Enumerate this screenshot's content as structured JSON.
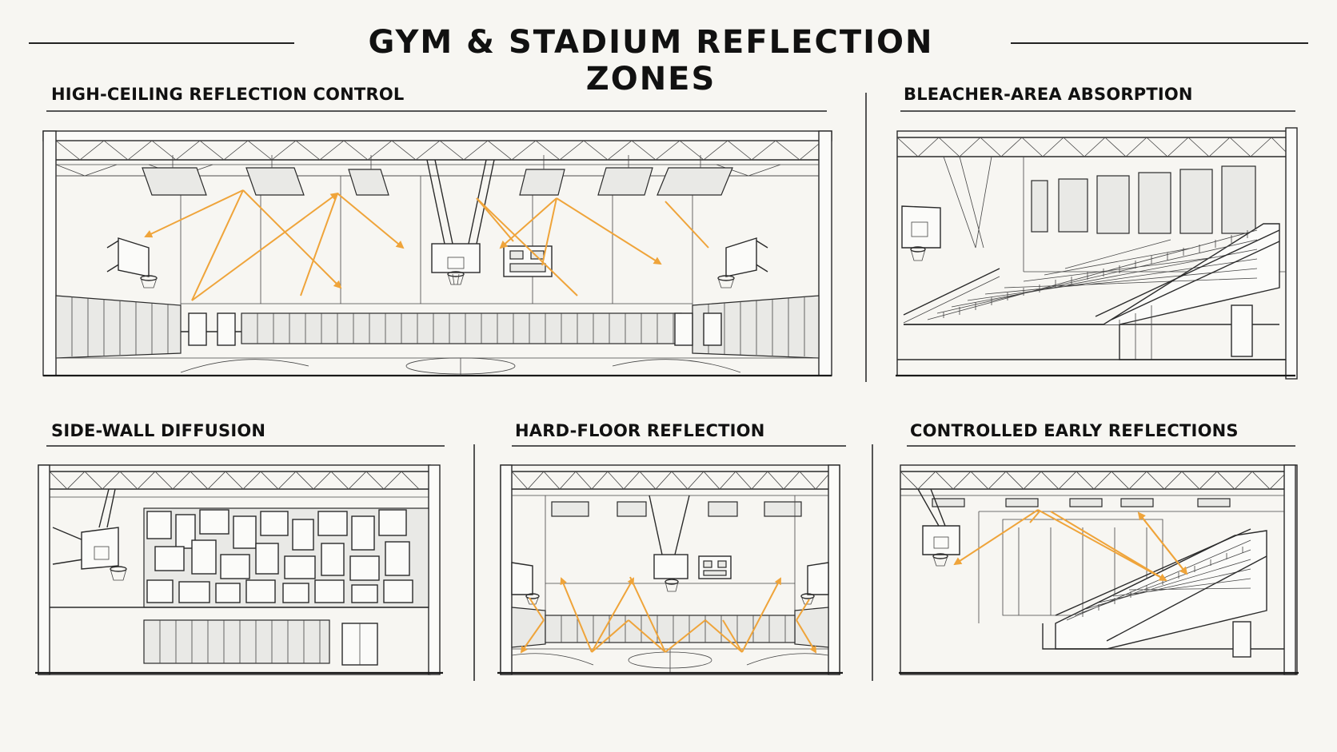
{
  "title": "GYM & STADIUM REFLECTION ZONES",
  "panels": {
    "high_ceiling": {
      "heading": "HIGH-CEILING REFLECTION CONTROL"
    },
    "bleacher": {
      "heading": "BLEACHER-AREA ABSORPTION"
    },
    "side_wall": {
      "heading": "SIDE-WALL DIFFUSION"
    },
    "hard_floor": {
      "heading": "HARD-FLOOR REFLECTION"
    },
    "early_reflections": {
      "heading": "CONTROLLED EARLY REFLECTIONS"
    }
  },
  "colors": {
    "background": "#f7f6f2",
    "line": "#2a2a2a",
    "reflection_ray": "#efa43a"
  },
  "icons": {
    "reflection_ray": "arrow",
    "hoop": "basketball-hoop-icon",
    "scoreboard": "scoreboard-icon",
    "door": "door-icon"
  }
}
